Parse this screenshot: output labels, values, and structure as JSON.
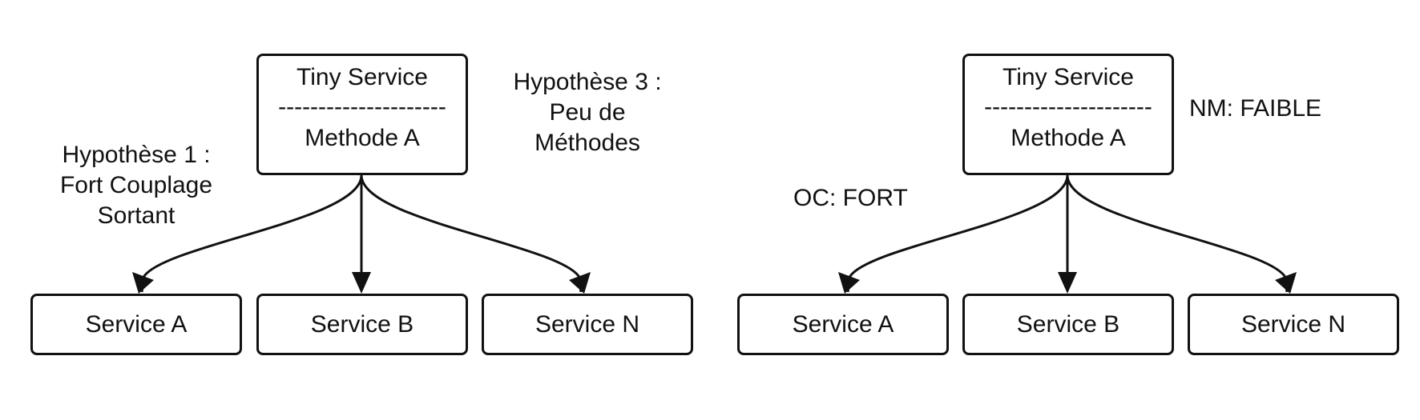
{
  "diagrams": [
    {
      "tiny_service": {
        "title": "Tiny Service",
        "separator": "---------------------",
        "method": "Methode A"
      },
      "services": [
        "Service A",
        "Service B",
        "Service N"
      ],
      "annotations": {
        "hypothesis_1": [
          "Hypothèse 1 :",
          "Fort Couplage",
          "Sortant"
        ],
        "hypothesis_3": [
          "Hypothèse 3 :",
          "Peu de",
          "Méthodes"
        ]
      }
    },
    {
      "tiny_service": {
        "title": "Tiny Service",
        "separator": "---------------------",
        "method": "Methode A"
      },
      "services": [
        "Service A",
        "Service B",
        "Service N"
      ],
      "annotations": {
        "oc": "OC: FORT",
        "nm": "NM: FAIBLE"
      }
    }
  ],
  "colors": {
    "stroke": "#111111",
    "background": "#ffffff"
  }
}
